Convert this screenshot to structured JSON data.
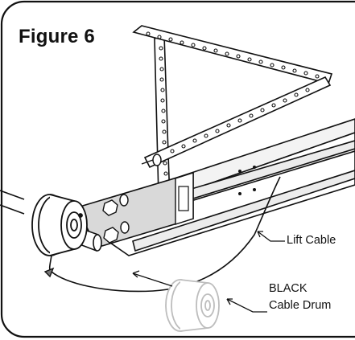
{
  "figure": {
    "title": "Figure 6"
  },
  "callouts": {
    "lift_cable": "Lift Cable",
    "drum_color": "BLACK",
    "drum_name": "Cable Drum"
  },
  "colors": {
    "outline": "#111111",
    "bracket_fill": "#d9d9d9",
    "ghost_drum": "#bdbdbd",
    "background": "#ffffff"
  }
}
